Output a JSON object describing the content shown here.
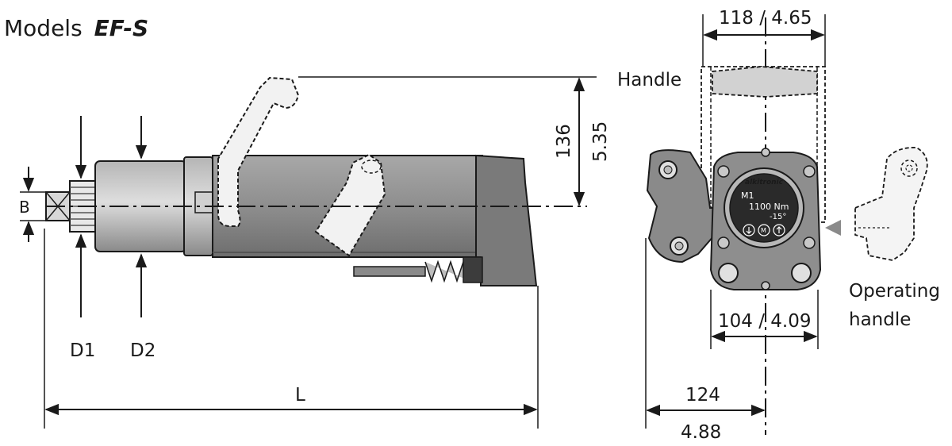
{
  "title": {
    "prefix": "Models",
    "model": "EF-S"
  },
  "side_view": {
    "labels": {
      "d1": "D1",
      "d2": "D2",
      "b": "B",
      "length": "L",
      "height_mm": "136",
      "height_in": "5.35"
    }
  },
  "front_view": {
    "handle_label": "Handle",
    "operating_handle_line1": "Operating",
    "operating_handle_line2": "handle",
    "width_handle": "118 / 4.65",
    "width_body": "104 / 4.09",
    "offset_mm": "124",
    "offset_in": "4.88",
    "display": {
      "brand": "alkitronic",
      "mode": "M1",
      "torque": "1100 Nm",
      "angle": "-15°"
    }
  },
  "colors": {
    "line": "#1a1a1a",
    "body_dark": "#7a7a7a",
    "body_mid": "#9a9a9a",
    "body_light": "#c4c4c4",
    "handle_fill": "#d2d2d2",
    "display_bg": "#2a2a2a"
  }
}
